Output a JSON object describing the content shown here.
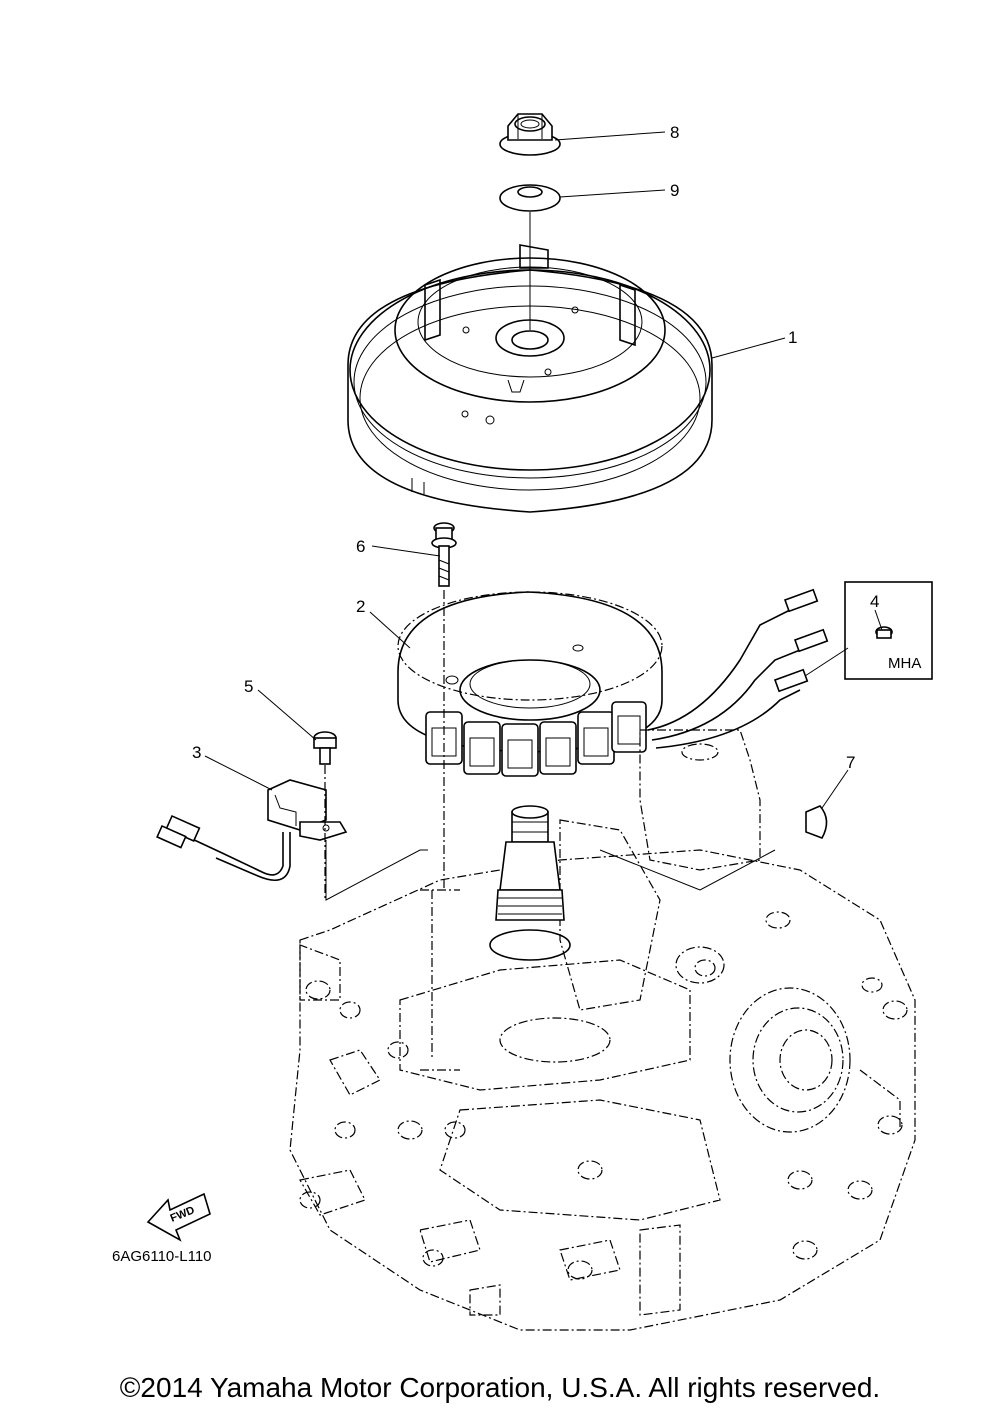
{
  "callouts": {
    "c1": "1",
    "c2": "2",
    "c3": "3",
    "c4": "4",
    "c5": "5",
    "c6": "6",
    "c7": "7",
    "c8": "8",
    "c9": "9"
  },
  "inset_label": "MHA",
  "fwd_label": "FWD",
  "diagram_code": "6AG6110-L110",
  "copyright": "©2014 Yamaha Motor Corporation, U.S.A. All rights reserved."
}
